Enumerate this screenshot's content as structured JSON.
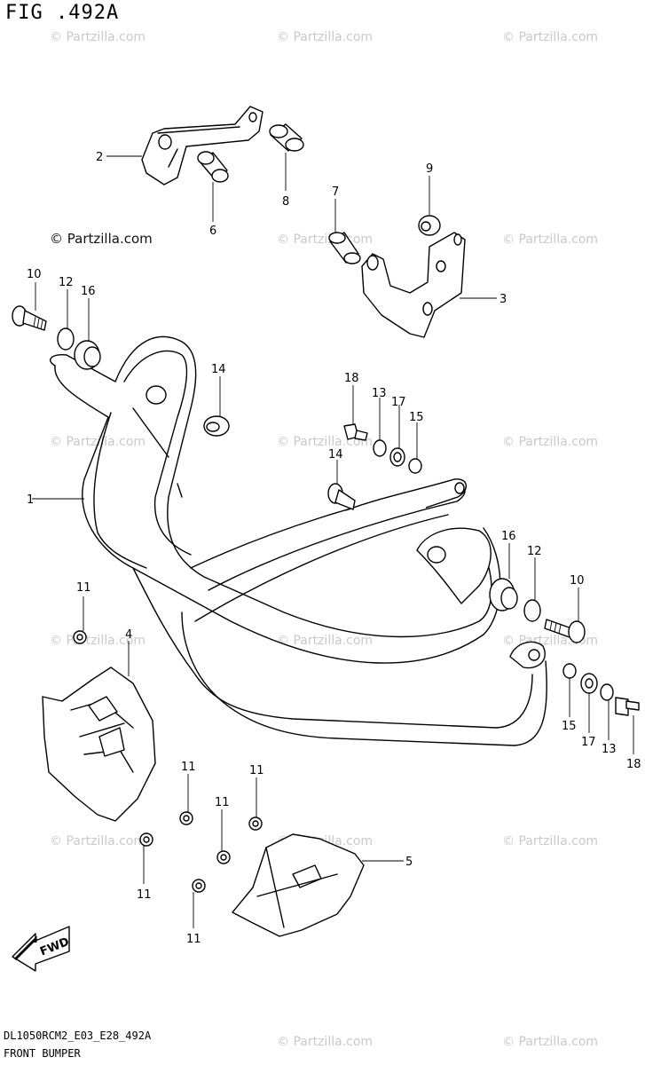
{
  "figure": {
    "title": "FIG .492A",
    "code": "DL1050RCM2_E03_E28_492A",
    "name": "FRONT BUMPER"
  },
  "brand_label": "© Partzilla.com",
  "watermark_text": "© Partzilla.com",
  "fwd_label": "FWD",
  "callouts": {
    "c1": "1",
    "c2": "2",
    "c3": "3",
    "c4": "4",
    "c5": "5",
    "c6": "6",
    "c7": "7",
    "c8": "8",
    "c9": "9",
    "c10a": "10",
    "c10b": "10",
    "c11a": "11",
    "c11b": "11",
    "c11c": "11",
    "c11d": "11",
    "c11e": "11",
    "c11f": "11",
    "c12a": "12",
    "c12b": "12",
    "c13a": "13",
    "c13b": "13",
    "c14a": "14",
    "c14b": "14",
    "c15a": "15",
    "c15b": "15",
    "c16a": "16",
    "c16b": "16",
    "c17a": "17",
    "c17b": "17",
    "c18a": "18",
    "c18b": "18"
  }
}
